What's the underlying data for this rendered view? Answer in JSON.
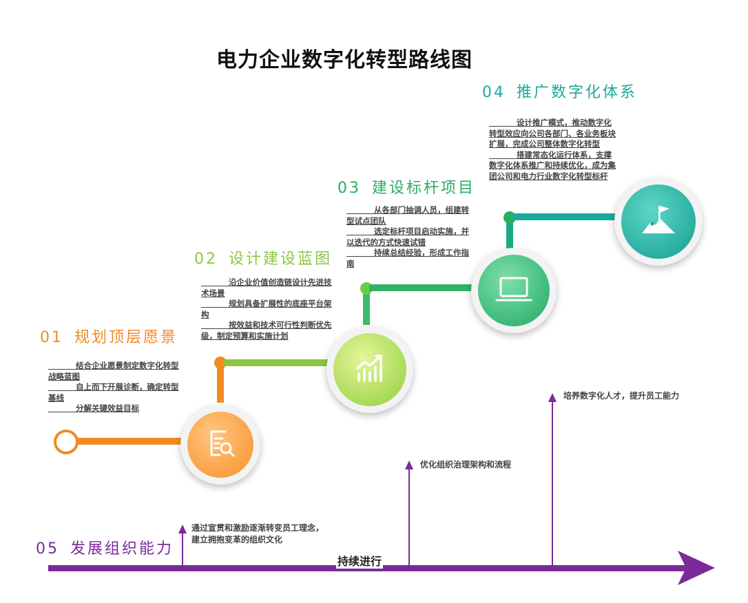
{
  "title": "电力企业数字化转型路线图",
  "stages": [
    {
      "number": "01",
      "name": "规划顶层愿景",
      "color": "#f08a24",
      "items": [
        "结合企业愿景制定数字化转型战略蓝图",
        "自上而下开展诊断，确定转型基线",
        "分解关键效益目标"
      ],
      "icon": "search-document-icon"
    },
    {
      "number": "02",
      "name": "设计建设蓝图",
      "color": "#8cc63f",
      "items": [
        "沿企业价值创造链设计先进技术场景",
        "规划具备扩展性的底座平台架构",
        "按效益和技术可行性判断优先级，制定预算和实施计划"
      ],
      "icon": "growth-chart-icon"
    },
    {
      "number": "03",
      "name": "建设标杆项目",
      "color": "#27ae60",
      "items": [
        "从各部门抽调人员，组建转型试点团队",
        "选定标杆项目启动实施，并以迭代的方式快速试错",
        "持续总结经验，形成工作指南"
      ],
      "icon": "laptop-icon"
    },
    {
      "number": "04",
      "name": "推广数字化体系",
      "color": "#1aa99a",
      "items": [
        "设计推广模式，推动数字化转型效应向公司各部门、各业务板块扩展，完成公司整体数字化转型",
        "搭建常态化运行体系，支撑数字化体系推广和持续优化，成为集团公司和电力行业数字化转型标杆"
      ],
      "icon": "mountain-flag-icon"
    }
  ],
  "org": {
    "number": "05",
    "name": "发展组织能力",
    "color": "#7b2a9a",
    "timeline_label": "持续进行",
    "notes": [
      "通过宣贯和激励逐渐转变员工理念，",
      "建立拥抱变革的组织文化",
      "优化组织治理架构和流程",
      "培养数字化人才，提升员工能力"
    ]
  }
}
